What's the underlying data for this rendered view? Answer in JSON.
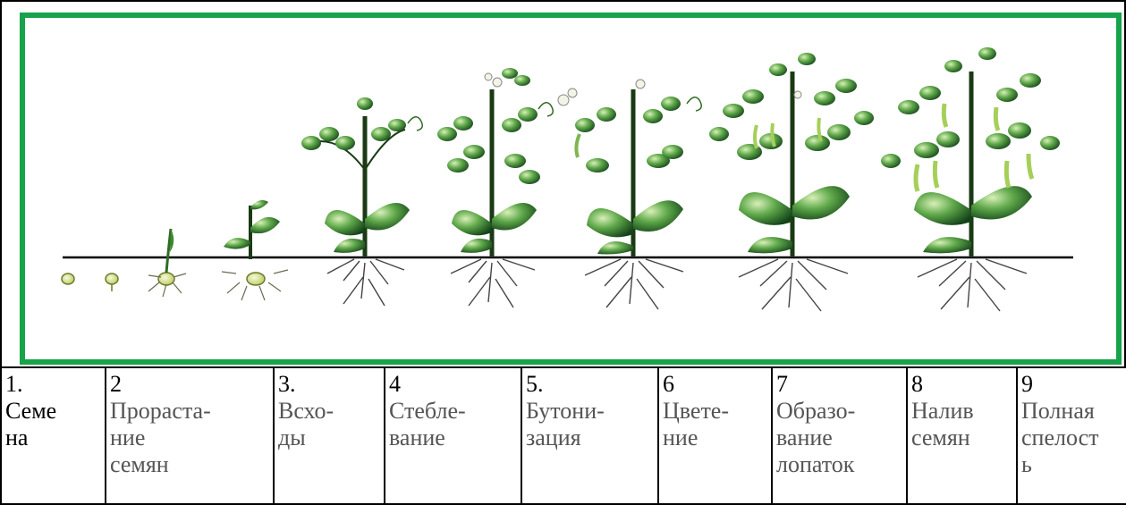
{
  "stages": [
    {
      "number": "1.",
      "label": "Семе\nна"
    },
    {
      "number": "2",
      "label": "Прораста-\nние\nсемян"
    },
    {
      "number": "3.",
      "label": "Всхо-\nды"
    },
    {
      "number": "4",
      "label": "Стебле-\nвание"
    },
    {
      "number": "5.",
      "label": "Бутони-\nзация"
    },
    {
      "number": "6",
      "label": "Цвете-\nние"
    },
    {
      "number": "7",
      "label": "Образо-\nвание\nлопаток"
    },
    {
      "number": "8",
      "label": "Налив\nсемян"
    },
    {
      "number": "9",
      "label": "Полная\nспелост\nь"
    }
  ],
  "colors": {
    "frame_green": "#16a34a",
    "leaf_dark": "#1f5f1f",
    "leaf_light": "#9bd36b",
    "stem": "#1a3a14",
    "ground_line": "#000000",
    "seed": "#e8efb0"
  }
}
